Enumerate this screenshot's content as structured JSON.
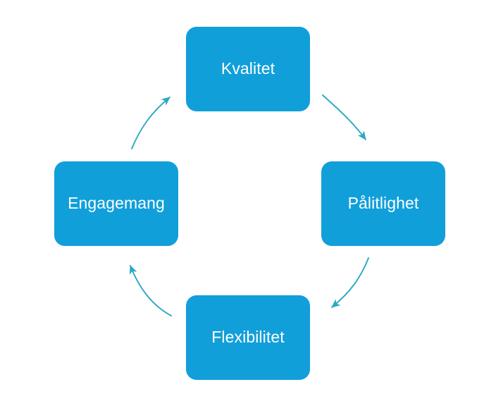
{
  "diagram": {
    "title": "Cyclical quality process diagram",
    "type": "cycle",
    "direction": "clockwise",
    "background_color": "#FFFFFF",
    "node_color": "#119FDA",
    "node_text_color": "#FFFFFF",
    "arrow_color": "#2BA8C4",
    "nodes": [
      {
        "id": "kvalitet",
        "label": "Kvalitet",
        "position": "top"
      },
      {
        "id": "palitlighet",
        "label": "Pålitlighet",
        "position": "right"
      },
      {
        "id": "flexibilitet",
        "label": "Flexibilitet",
        "position": "bottom"
      },
      {
        "id": "engagemang",
        "label": "Engagemang",
        "position": "left"
      }
    ],
    "arrows": [
      {
        "id": "kvalitet-to-palitlighet",
        "from": "Kvalitet",
        "to": "Pålitlighet",
        "label": ""
      },
      {
        "id": "palitlighet-to-flexibilitet",
        "from": "Pålitlighet",
        "to": "Flexibilitet",
        "label": ""
      },
      {
        "id": "flexibilitet-to-engagemang",
        "from": "Flexibilitet",
        "to": "Engagemang",
        "label": ""
      },
      {
        "id": "engagemang-to-kvalitet",
        "from": "Engagemang",
        "to": "Kvalitet",
        "label": ""
      }
    ]
  }
}
